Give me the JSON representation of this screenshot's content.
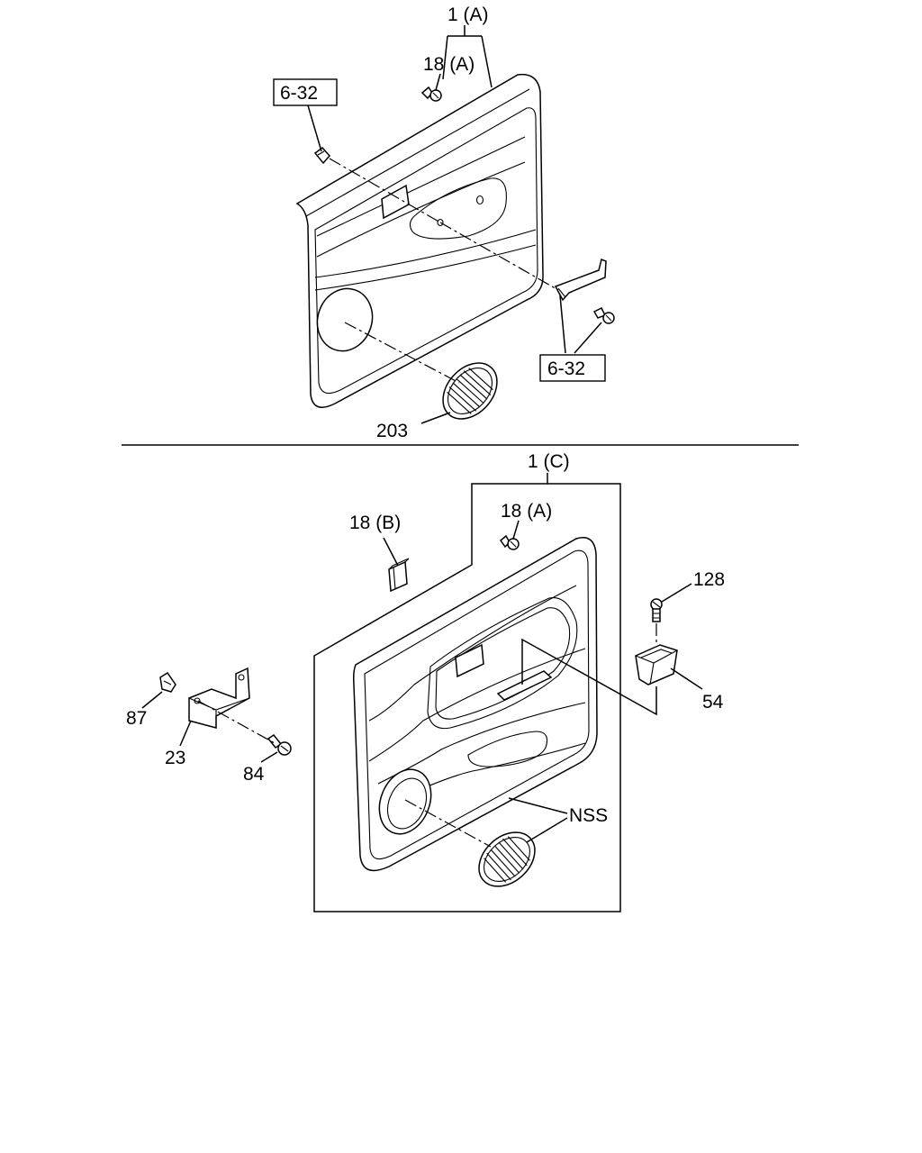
{
  "labels": {
    "trim_a": "1 (A)",
    "clip_a_top": "18 (A)",
    "ref_top_left": "6-32",
    "ref_right": "6-32",
    "grille_top": "203",
    "trim_c": "1 (C)",
    "clip_b": "18 (B)",
    "clip_a_lower": "18 (A)",
    "screw_128": "128",
    "pocket_54": "54",
    "clip_87": "87",
    "bracket_23": "23",
    "screw_84": "84",
    "nss": "NSS"
  }
}
